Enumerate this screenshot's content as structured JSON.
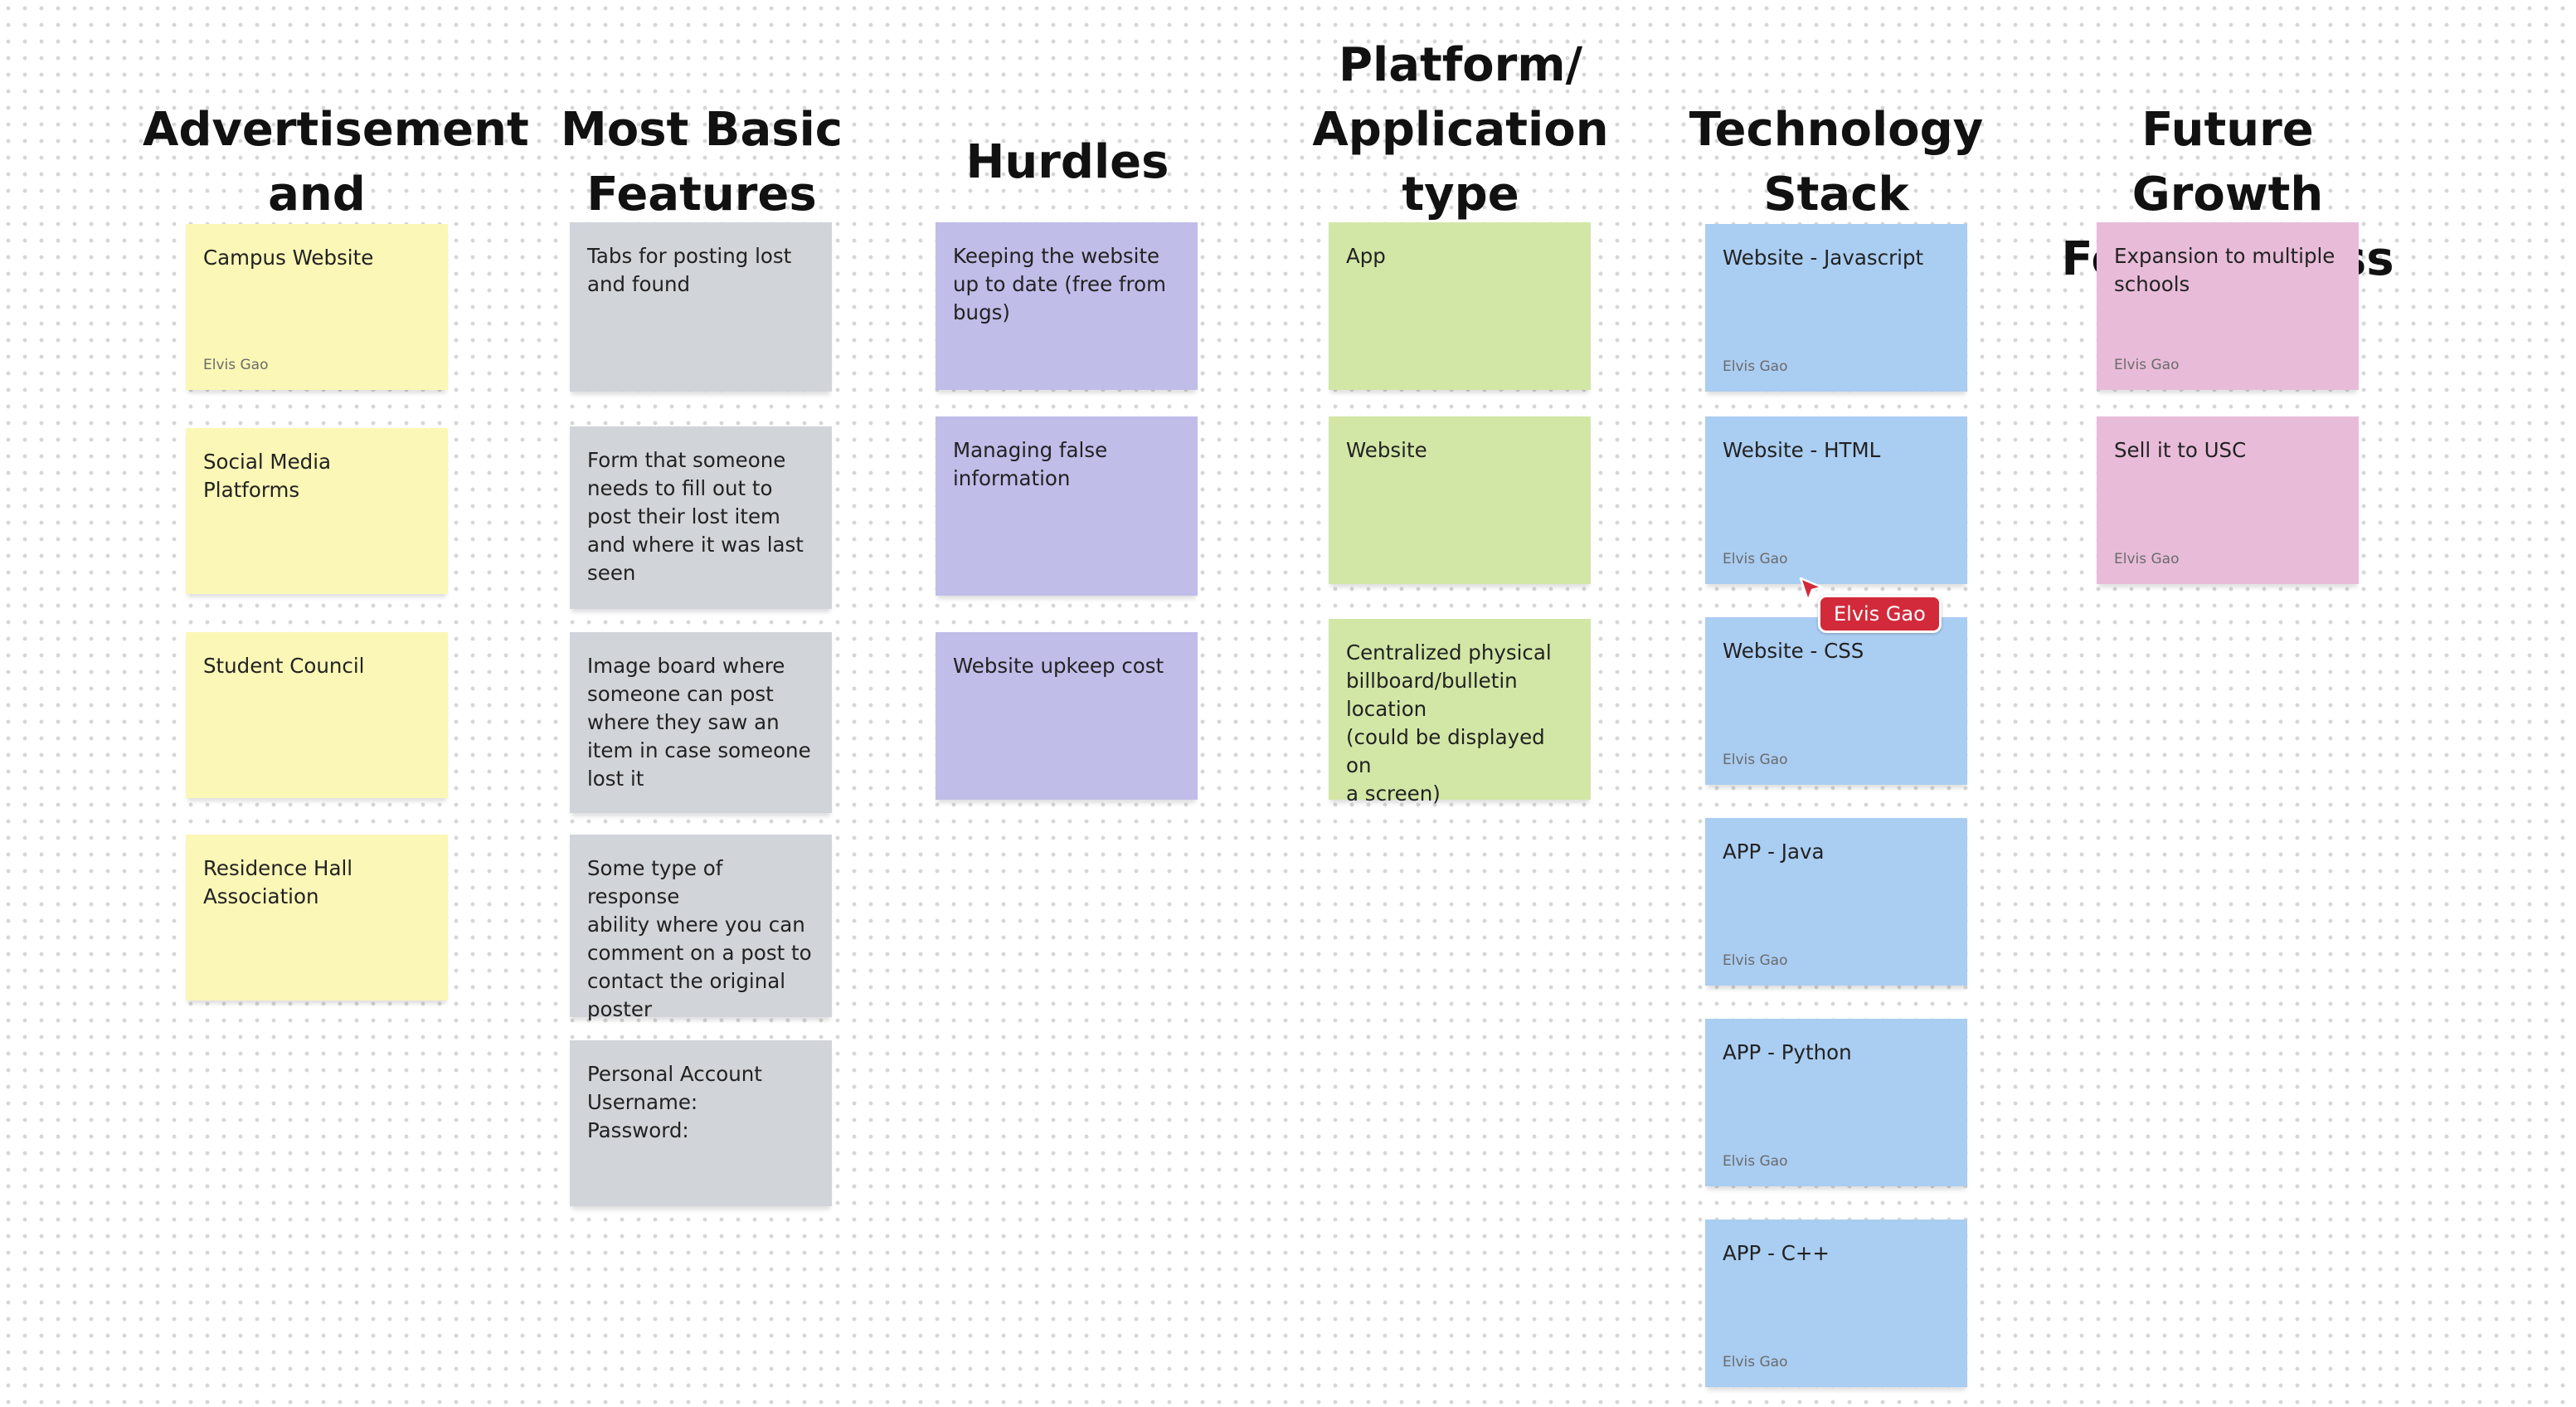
{
  "columns": [
    {
      "title": "Advertisement\nand Marketing",
      "notes": [
        {
          "text": "Campus Website",
          "author": "Elvis Gao"
        },
        {
          "text": "Social Media Platforms",
          "author": ""
        },
        {
          "text": "Student Council",
          "author": ""
        },
        {
          "text": "Residence Hall\nAssociation",
          "author": ""
        }
      ]
    },
    {
      "title": "Most Basic\nFeatures",
      "notes": [
        {
          "text": "Tabs for posting lost\nand found",
          "author": ""
        },
        {
          "text": "Form that someone\nneeds to fill out to\npost their lost item\nand where it was last\nseen",
          "author": ""
        },
        {
          "text": "Image board where\nsomeone can post\nwhere they saw an\nitem in case someone\nlost it",
          "author": ""
        },
        {
          "text": "Some type of response\nability where you can\ncomment on a post to\ncontact the original\nposter",
          "author": ""
        },
        {
          "text": "Personal Account\nUsername:\nPassword:",
          "author": ""
        }
      ]
    },
    {
      "title": "Hurdles",
      "notes": [
        {
          "text": "Keeping the website\nup to date (free from\nbugs)",
          "author": ""
        },
        {
          "text": "Managing false\ninformation",
          "author": ""
        },
        {
          "text": "Website upkeep cost",
          "author": ""
        }
      ]
    },
    {
      "title": "Platform/\nApplication\ntype",
      "notes": [
        {
          "text": "App",
          "author": ""
        },
        {
          "text": "Website",
          "author": ""
        },
        {
          "text": "Centralized physical\nbillboard/bulletin\nlocation\n(could be displayed on\na screen)",
          "author": ""
        }
      ]
    },
    {
      "title": "Technology\nStack",
      "notes": [
        {
          "text": "Website - Javascript",
          "author": "Elvis Gao"
        },
        {
          "text": "Website - HTML",
          "author": "Elvis Gao"
        },
        {
          "text": "Website - CSS",
          "author": "Elvis Gao"
        },
        {
          "text": "APP - Java",
          "author": "Elvis Gao"
        },
        {
          "text": "APP - Python",
          "author": "Elvis Gao"
        },
        {
          "text": "APP - C++",
          "author": "Elvis Gao"
        }
      ]
    },
    {
      "title": "Future Growth\nFor Business",
      "notes": [
        {
          "text": "Expansion to multiple\nschools",
          "author": "Elvis Gao"
        },
        {
          "text": "Sell it to USC",
          "author": "Elvis Gao"
        }
      ]
    }
  ],
  "cursor": {
    "label": "Elvis Gao",
    "color": "#d22a3a"
  },
  "colors": {
    "yellow": "#fbf7b6",
    "grey": "#d1d4d9",
    "purple": "#c0bde9",
    "green": "#d2e7a6",
    "blue": "#aacdf2",
    "pink": "#e8bcd9"
  }
}
